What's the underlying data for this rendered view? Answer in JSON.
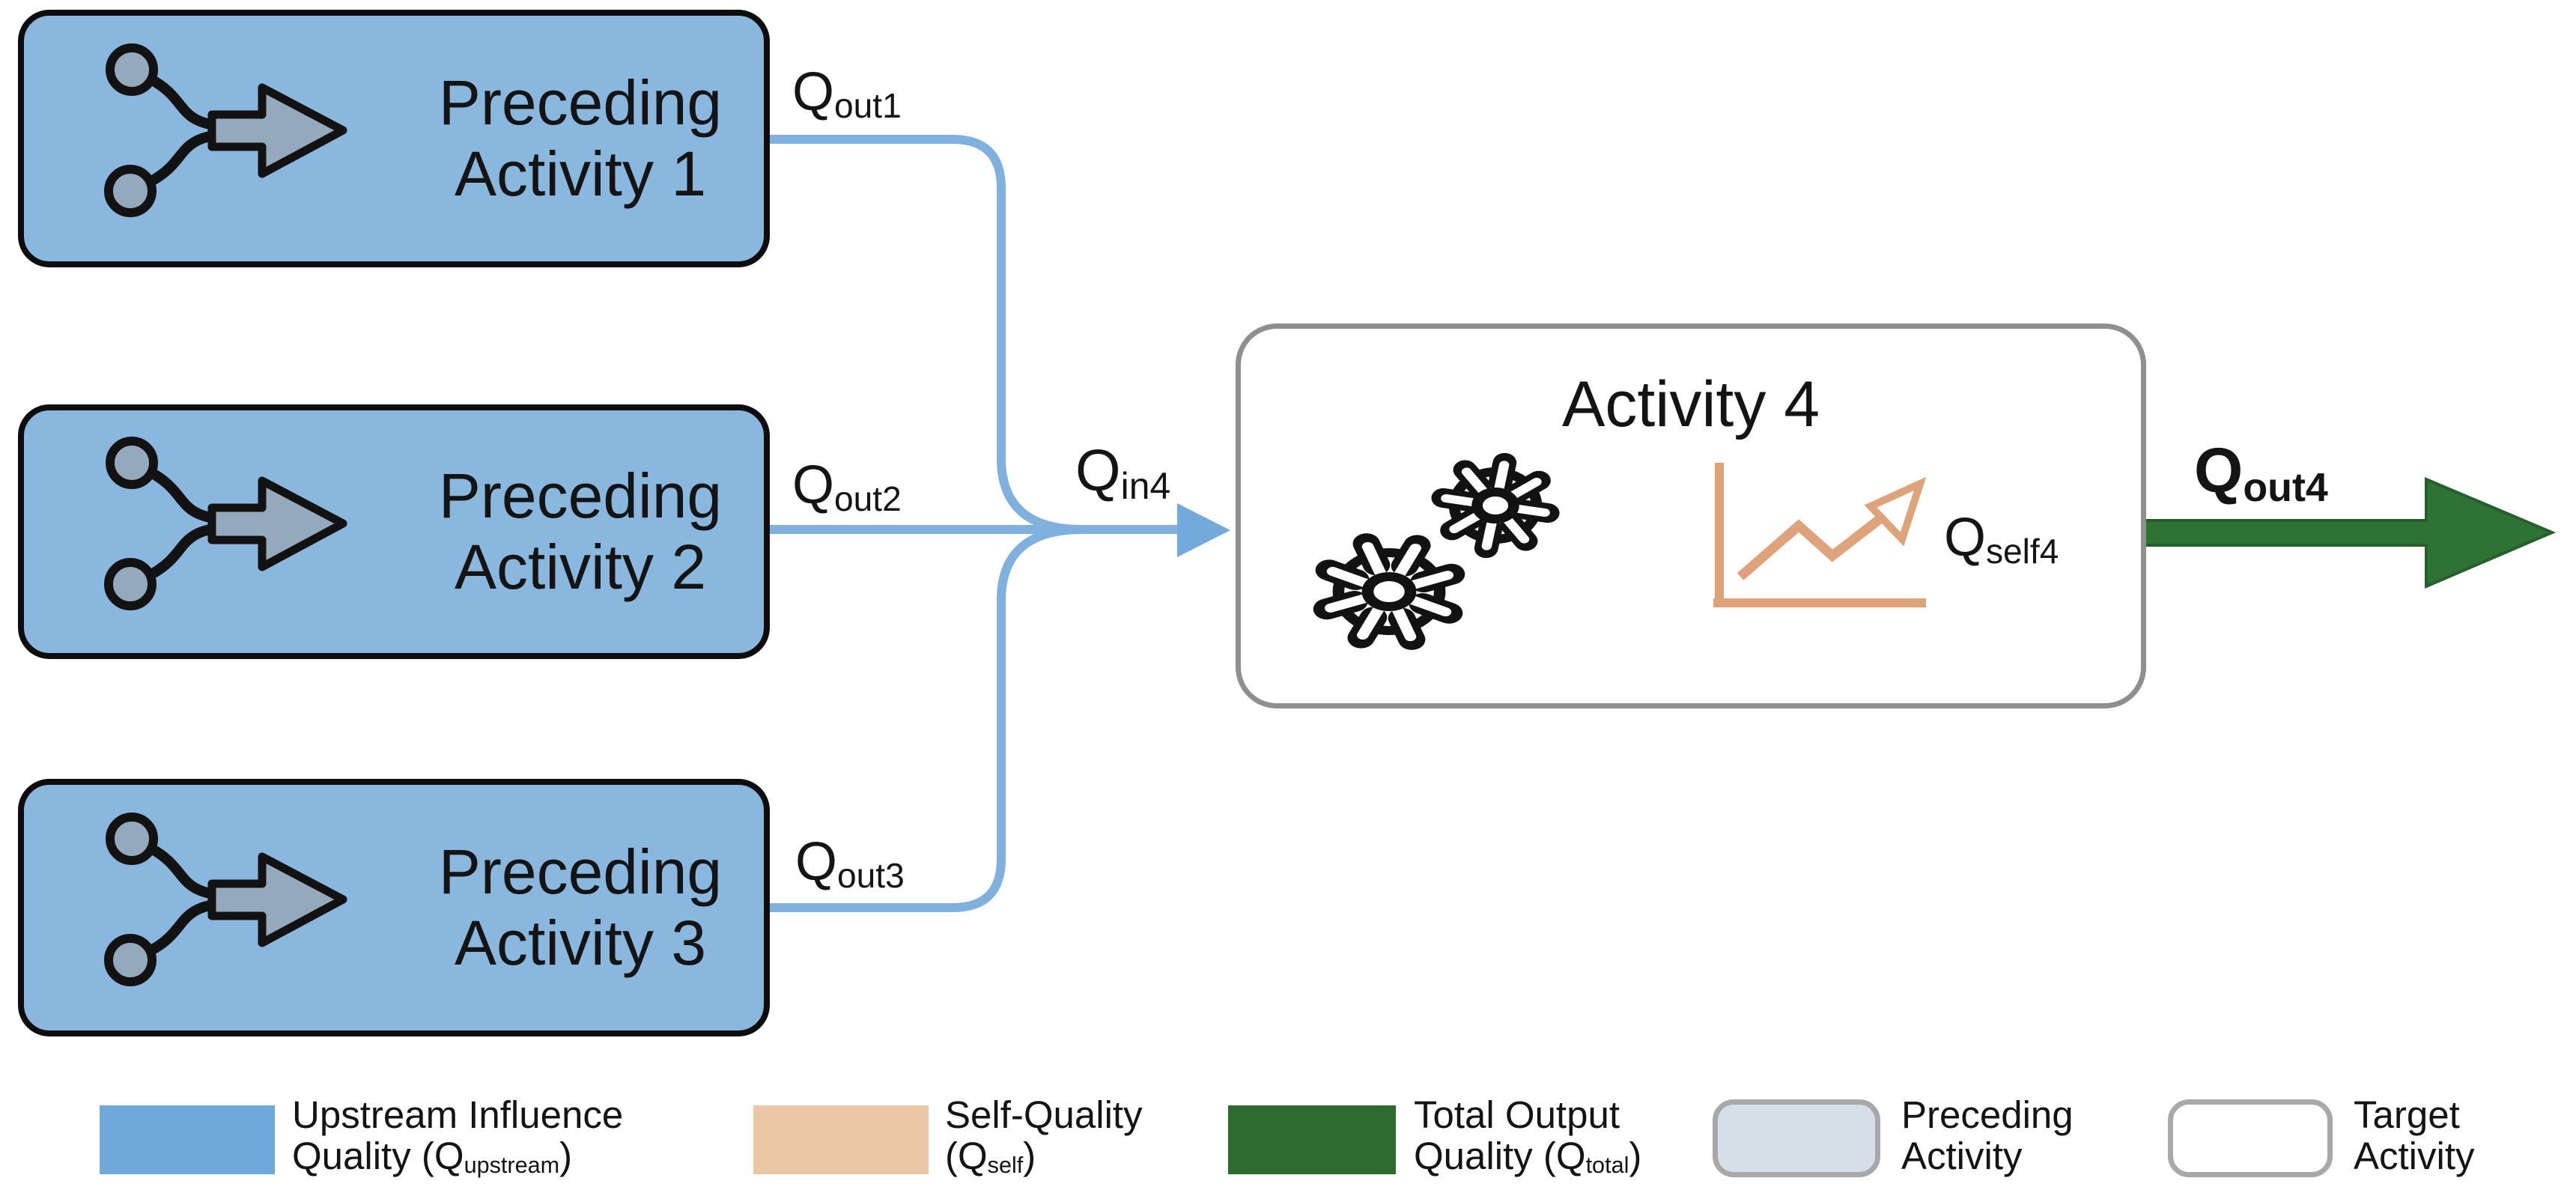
{
  "colors": {
    "box-blue": "#8ab7de",
    "box-border": "#0d0d0d",
    "line-blue": "#7fb0de",
    "arrow-blue": "#74a9dc",
    "icon-gray": "#94a9bb",
    "icon-stroke": "#121212",
    "target-border": "#8f8f8f",
    "green": "#2e7234",
    "green-dark": "#275f2c",
    "tan": "#dfa37c",
    "legend-blue": "#6fa9db",
    "legend-tan": "#ebc7a5",
    "legend-green": "#2d6b31",
    "legend-lightblue": "#d4dfe8",
    "text": "#141414"
  },
  "nodes": {
    "preceding": [
      {
        "title": "Preceding Activity 1"
      },
      {
        "title": "Preceding Activity 2"
      },
      {
        "title": "Preceding Activity 3"
      }
    ],
    "target": {
      "title": "Activity 4"
    }
  },
  "labels": {
    "q_out1": {
      "main": "Q",
      "sub": "out1"
    },
    "q_out2": {
      "main": "Q",
      "sub": "out2"
    },
    "q_out3": {
      "main": "Q",
      "sub": "out3"
    },
    "q_in4": {
      "main": "Q",
      "sub": "in4"
    },
    "q_self4": {
      "main": "Q",
      "sub": "self4"
    },
    "q_out4": {
      "main": "Q",
      "sub": "out4"
    }
  },
  "legend": [
    {
      "name": "upstream-influence-quality",
      "line1": "Upstream Influence",
      "line2_pre": "Quality (Q",
      "line2_sub": "upstream",
      "line2_post": ")"
    },
    {
      "name": "self-quality",
      "line1": "Self-Quality",
      "line2_pre": "(Q",
      "line2_sub": "self",
      "line2_post": ")"
    },
    {
      "name": "total-output-quality",
      "line1": "Total Output",
      "line2_pre": "Quality (Q",
      "line2_sub": "total",
      "line2_post": ")"
    },
    {
      "name": "preceding-activity",
      "line1": "Preceding",
      "line2_pre": "Activity",
      "line2_sub": "",
      "line2_post": ""
    },
    {
      "name": "target-activity",
      "line1": "Target",
      "line2_pre": "Activity",
      "line2_sub": "",
      "line2_post": ""
    }
  ]
}
